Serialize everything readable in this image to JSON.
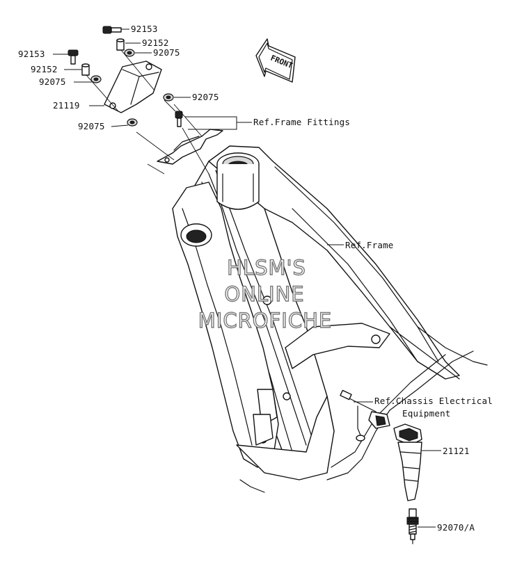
{
  "labels": {
    "p92153_top": "92153",
    "p92152_top": "92152",
    "p92075_top": "92075",
    "p92153_left": "92153",
    "p92152_left": "92152",
    "p92075_left": "92075",
    "p21119": "21119",
    "p92075_right": "92075",
    "p92075_low": "92075",
    "ref_frame_fittings": "Ref.Frame Fittings",
    "ref_frame": "Ref.Frame",
    "ref_chassis_line1": "Ref.Chassis Electrical",
    "ref_chassis_line2": "Equipment",
    "p21121": "21121",
    "p92070a": "92070/A"
  },
  "front_arrow": {
    "text": "FRONT"
  },
  "watermark": {
    "line1": "HLSM'S",
    "line2": "ONLINE",
    "line3": "MICROFICHE"
  }
}
